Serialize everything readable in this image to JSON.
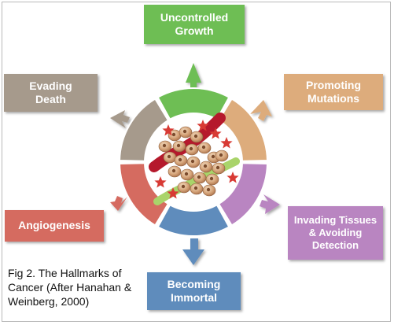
{
  "colors": {
    "green": "#6ebe54",
    "orange": "#ddac7c",
    "purple": "#b985c1",
    "blue": "#5f8cbc",
    "red": "#d56b60",
    "taupe": "#a69a8c"
  },
  "boxes": {
    "uncontrolled_growth": {
      "line1": "Uncontrolled",
      "line2": "Growth"
    },
    "promoting_mutations": {
      "line1": "Promoting",
      "line2": "Mutations"
    },
    "invading_tissues": {
      "line1": "Invading Tissues",
      "line2": "& Avoiding",
      "line3": "Detection"
    },
    "becoming_immortal": {
      "line1": "Becoming",
      "line2": "Immortal"
    },
    "angiogenesis": {
      "line1": "Angiogenesis"
    },
    "evading_death": {
      "line1": "Evading",
      "line2": "Death"
    }
  },
  "caption": {
    "line1": "Fig 2.  The Hallmarks of",
    "line2": "Cancer (After Hanahan &",
    "line3": "Weinberg, 2000)"
  }
}
